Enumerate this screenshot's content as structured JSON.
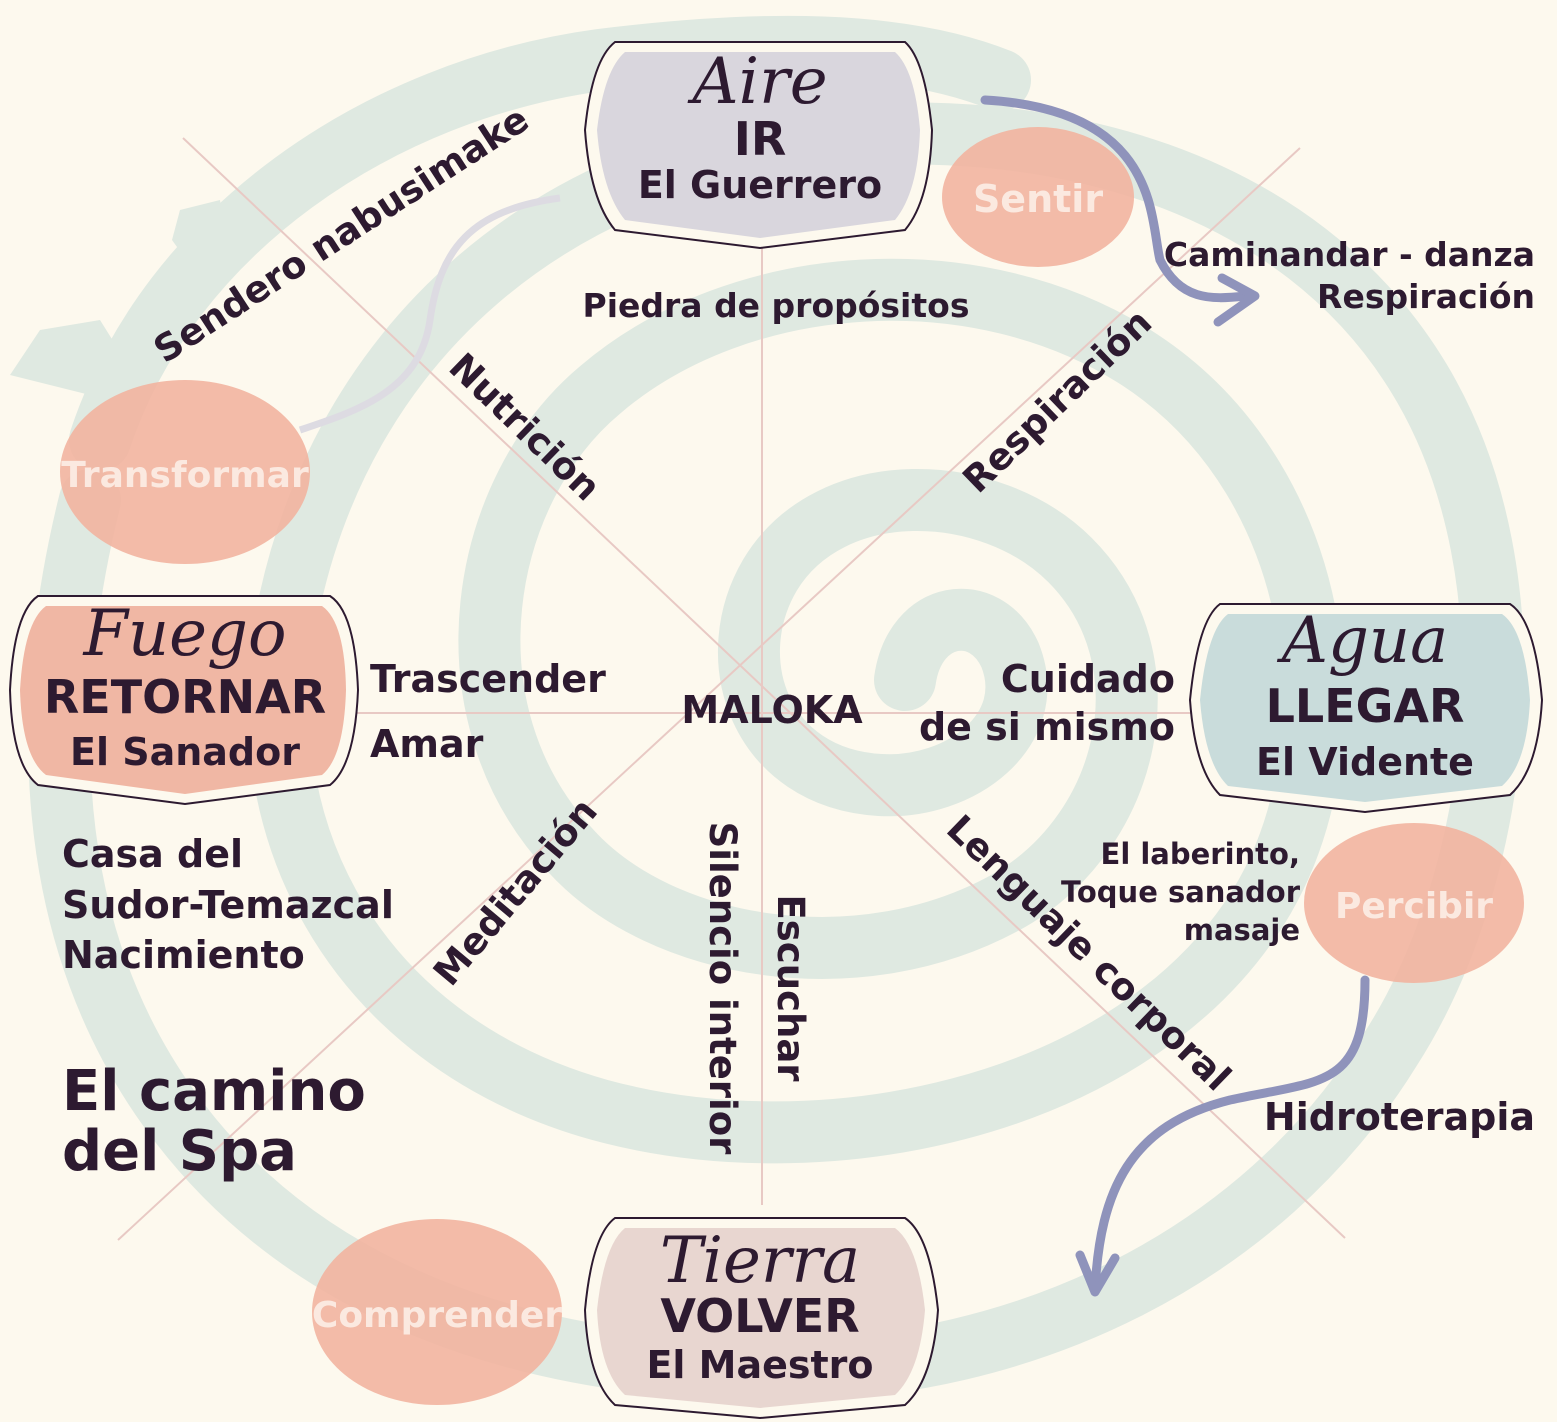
{
  "center": "MALOKA",
  "elements": {
    "aire": {
      "element": "Aire",
      "verb": "IR",
      "role": "El Guerrero",
      "fill": "#d9d6dd"
    },
    "agua": {
      "element": "Agua",
      "verb": "LLEGAR",
      "role": "El Vidente",
      "fill": "#c9dcdb"
    },
    "tierra": {
      "element": "Tierra",
      "verb": "VOLVER",
      "role": "El Maestro",
      "fill": "#e8d6d0"
    },
    "fuego": {
      "element": "Fuego",
      "verb": "RETORNAR",
      "role": "El Sanador",
      "fill": "#f0b7a4"
    }
  },
  "ovals": {
    "sentir": "Sentir",
    "percibir": "Percibir",
    "comprender": "Comprender",
    "transformar": "Transformar"
  },
  "labels": {
    "piedra": "Piedra de propósitos",
    "caminandar": "Caminandar - danza",
    "respiracion_top": "Respiración",
    "sendero": "Sendero nabusimake",
    "nutricion": "Nutrición",
    "respiracion_diag": "Respiración",
    "trascender": "Trascender",
    "amar": "Amar",
    "cuidado1": "Cuidado",
    "cuidado2": "de si mismo",
    "laberinto1": "El laberinto,",
    "laberinto2": "Toque sanador",
    "laberinto3": "masaje",
    "casa1": "Casa del",
    "casa2": "Sudor-Temazcal",
    "casa3": "Nacimiento",
    "meditacion": "Meditación",
    "silencio": "Silencio interior",
    "escuchar": "Escuchar",
    "lenguaje": "Lenguaje corporal",
    "hidroterapia": "Hidroterapia",
    "camino1": "El camino",
    "camino2": "del Spa"
  },
  "colors": {
    "background": "#fdf9ee",
    "spiral": "#dfe9e1",
    "oval": "#f2b4a0",
    "arrow": "#8f93bb",
    "text": "#2d1a30",
    "guide": "#e8c9c4"
  }
}
